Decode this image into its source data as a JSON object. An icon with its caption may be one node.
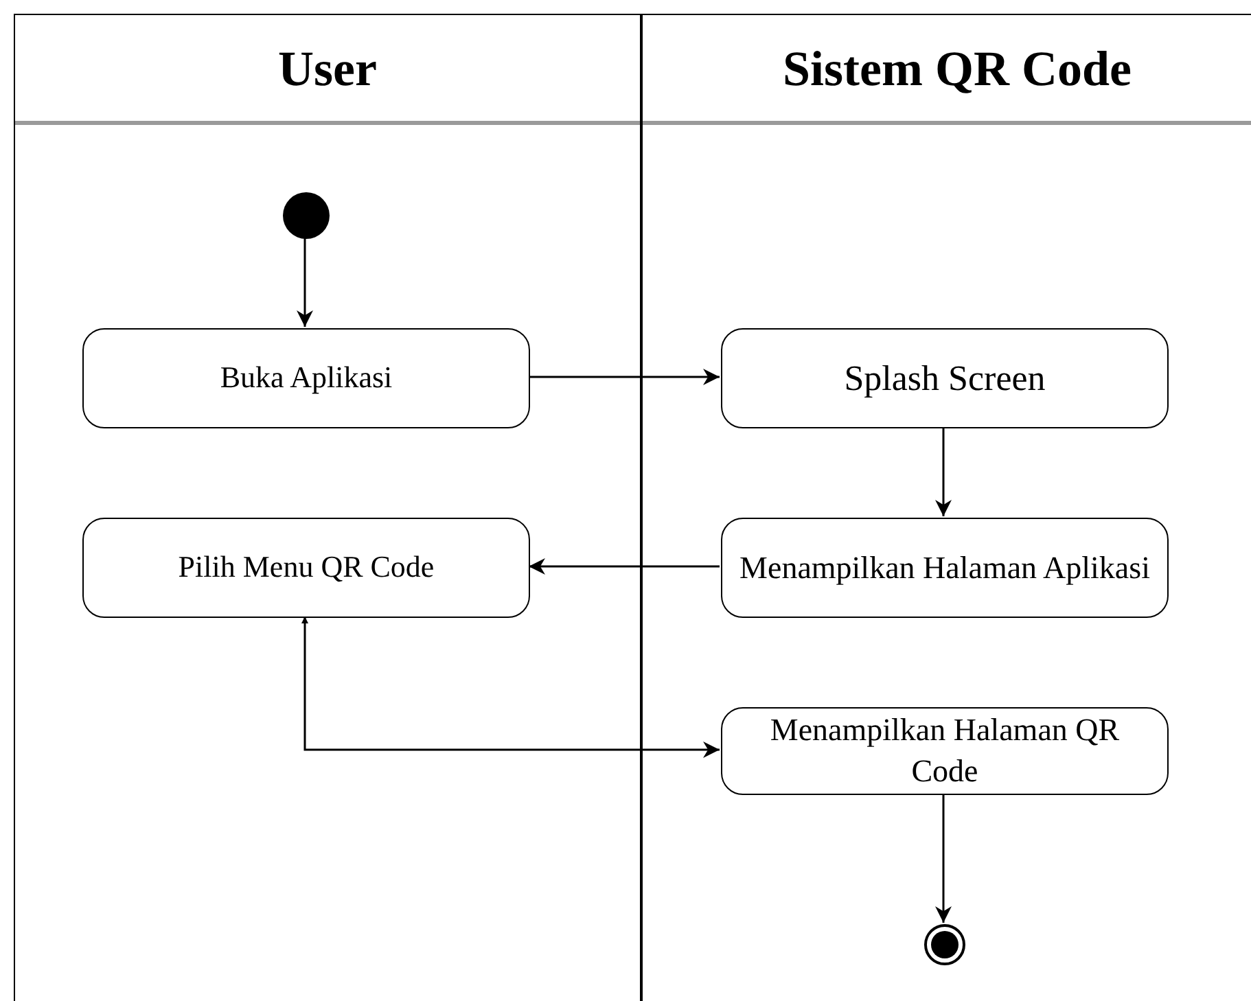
{
  "diagram": {
    "nodes": [
      {
        "text": [
          "User"
        ]
      },
      {
        "text": [
          "Sistem QR Code"
        ]
      },
      {
        "text": [],
        "shape": "circle",
        "in": 0
      },
      {
        "text": [
          "Buka Aplikasi"
        ],
        "in": 0
      },
      {
        "text": [
          "Splash Screen"
        ],
        "in": 1
      },
      {
        "text": [
          "Pilih Menu QR Code"
        ],
        "in": 0
      },
      {
        "text": [
          "Menampilkan Halaman Aplikasi"
        ],
        "in": 1
      },
      {
        "text": [
          "Menampilkan Halaman QR Code"
        ],
        "in": 1
      },
      {
        "text": [],
        "shape": "circle",
        "in": 1
      }
    ],
    "edges": [
      {
        "from": 2,
        "to": 3,
        "arrow": "to"
      },
      {
        "from": 3,
        "to": 4,
        "arrow": "to"
      },
      {
        "from": 4,
        "to": 6,
        "arrow": "to"
      },
      {
        "from": 6,
        "to": 5,
        "arrow": "to"
      },
      {
        "from": 5,
        "to": 7,
        "arrow": "both"
      },
      {
        "from": 7,
        "to": 8,
        "arrow": "to"
      }
    ]
  }
}
